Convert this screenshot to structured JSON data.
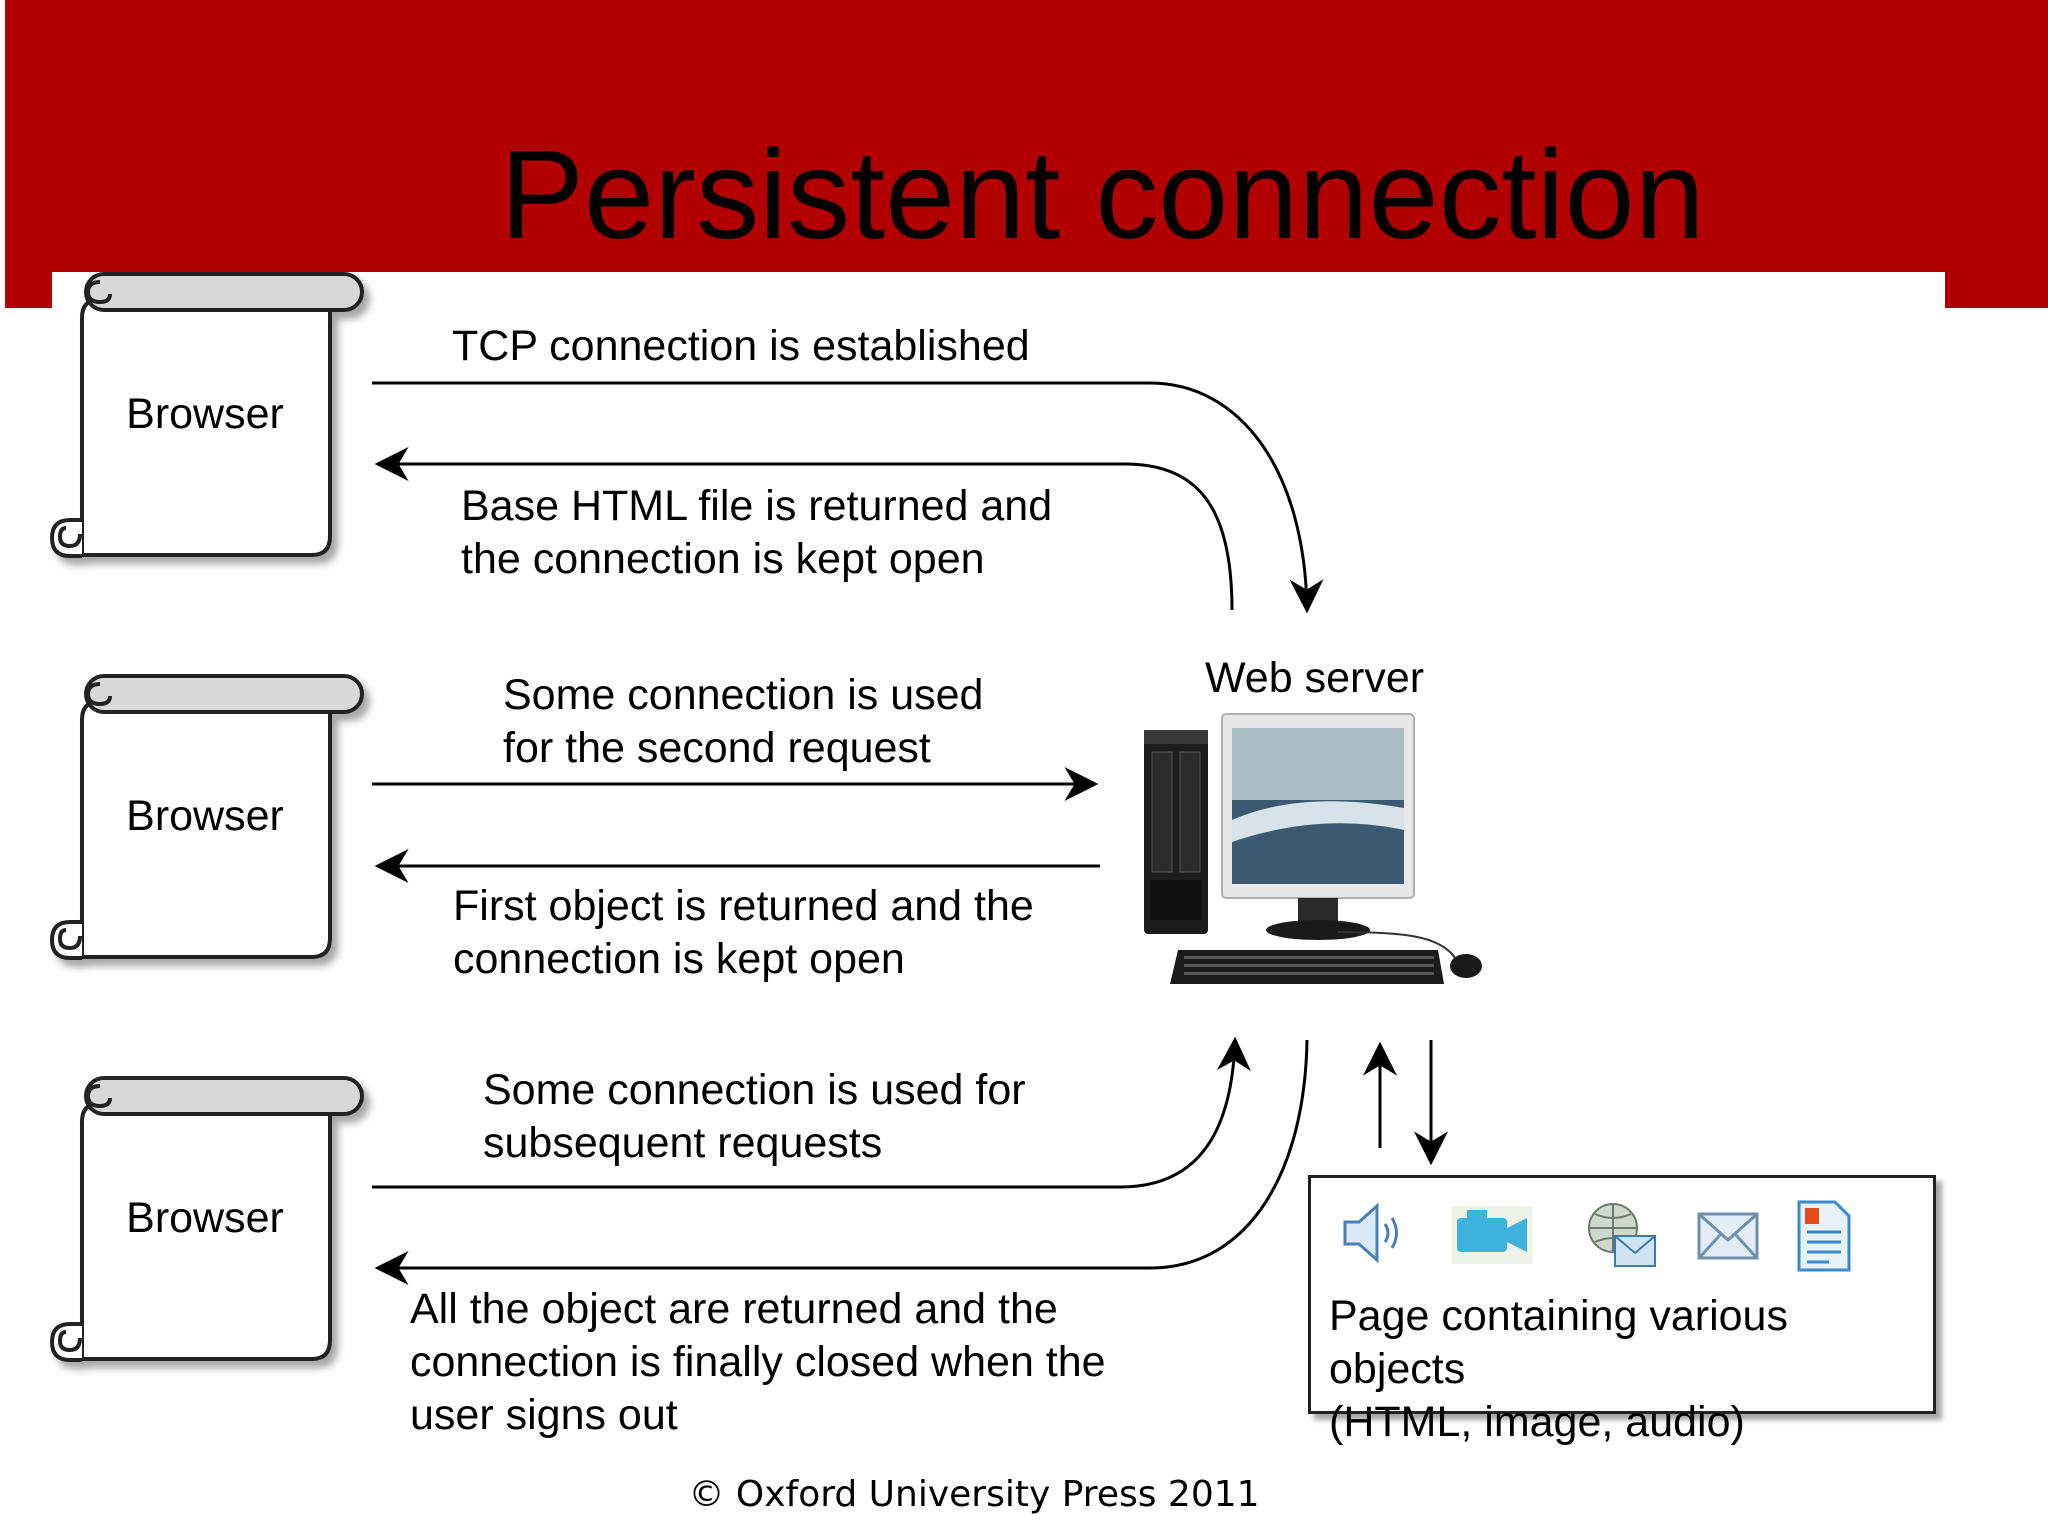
{
  "slide": {
    "title": "Persistent connection",
    "footer": "© Oxford University Press 2011"
  },
  "colors": {
    "header_bar": "#b20000",
    "background": "#ffffff",
    "text": "#000000"
  },
  "browsers": [
    {
      "label": "Browser"
    },
    {
      "label": "Browser"
    },
    {
      "label": "Browser"
    }
  ],
  "server": {
    "label": "Web server"
  },
  "arrows": [
    {
      "text": "TCP connection is established",
      "direction": "browser-to-server"
    },
    {
      "text": "Base HTML file is returned and\nthe connection is kept open",
      "direction": "server-to-browser"
    },
    {
      "text": "Some connection is used\nfor the second request",
      "direction": "browser-to-server"
    },
    {
      "text": "First object is returned and the\nconnection is kept open",
      "direction": "server-to-browser"
    },
    {
      "text": "Some connection is used for\nsubsequent requests",
      "direction": "browser-to-server"
    },
    {
      "text": "All the object are returned and the\nconnection is finally closed when the\nuser signs out",
      "direction": "server-to-browser"
    }
  ],
  "objects_page": {
    "caption": "Page containing various objects\n(HTML, image, audio)",
    "icons": [
      "speaker-icon",
      "video-camera-icon",
      "globe-mail-icon",
      "envelope-icon",
      "document-icon"
    ]
  }
}
